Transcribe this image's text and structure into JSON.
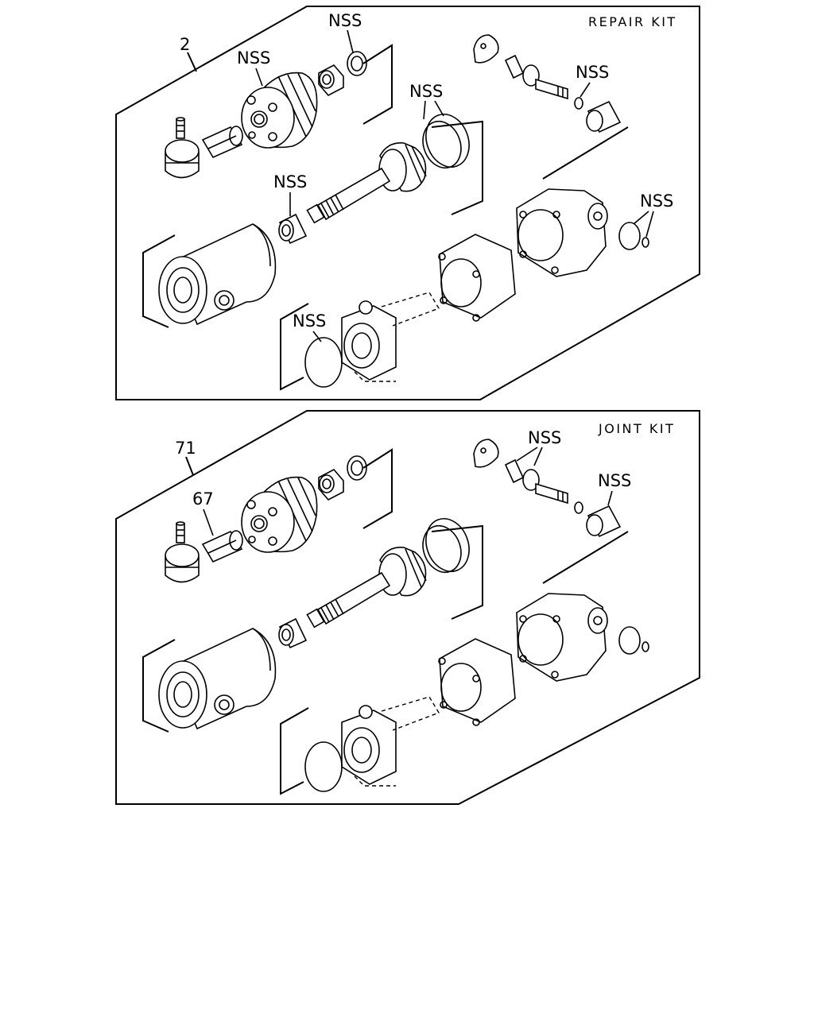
{
  "panels": [
    {
      "kit_title": "REPAIR KIT",
      "assembly_ref": "2",
      "labels": [
        "NSS",
        "NSS",
        "NSS",
        "NSS",
        "NSS",
        "NSS",
        "NSS"
      ]
    },
    {
      "kit_title": "JOINT KIT",
      "assembly_ref": "71",
      "part_ref": "67",
      "labels": [
        "NSS",
        "NSS"
      ]
    }
  ]
}
